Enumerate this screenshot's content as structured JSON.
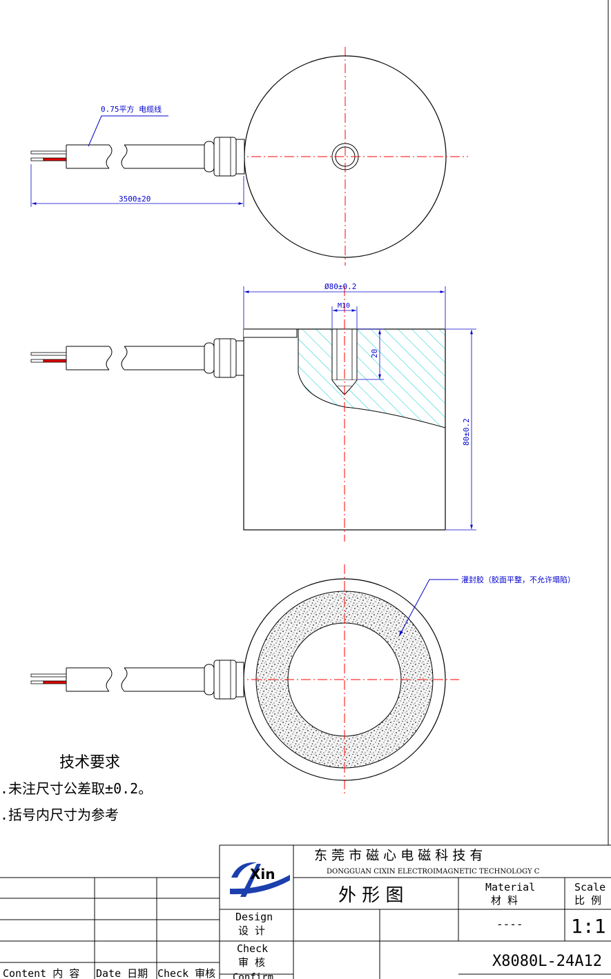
{
  "top_view": {
    "cable_label": "0.75平方 电缆线",
    "cable_length_dim": "3500±20"
  },
  "side_view": {
    "diameter_dim": "Ø80±0.2",
    "thread_dim": "M10",
    "depth_dim": "20",
    "height_dim": "80±0.2"
  },
  "bottom_view": {
    "potting_label": "灌封胶（胶面平整，不允许塌陷）"
  },
  "tech_req": {
    "title": "技术要求",
    "items": [
      ".未注尺寸公差取±0.2。",
      ".括号内尺寸为参考"
    ]
  },
  "title_block": {
    "logo_text": "Xin",
    "company_cn": "东 莞 市 磁 心 电 磁 科 技 有",
    "company_en": "DONGGUAN   CIXIN  ELECTROIMAGNETIC  TECHNOLOGY  C",
    "drawing_title": "外 形 图",
    "material_en": "Material",
    "material_cn": "材 料",
    "scale_en": "Scale",
    "scale_cn": "比 例",
    "design_en": "Design",
    "design_cn": "设 计",
    "check_en": "Check",
    "check_cn": "审 核",
    "confirm_en": "Confirm",
    "material_value": "----",
    "scale_value": "1:1",
    "part_number": "X8080L-24A12",
    "col_content": "Content 内 容",
    "col_date": "Date 日期",
    "col_check": "Check 审核"
  },
  "colors": {
    "outline": "#000000",
    "dimension": "#0000cc",
    "centerline": "#ff0000",
    "hatch": "#00cccc",
    "wire_red": "#e00000"
  }
}
